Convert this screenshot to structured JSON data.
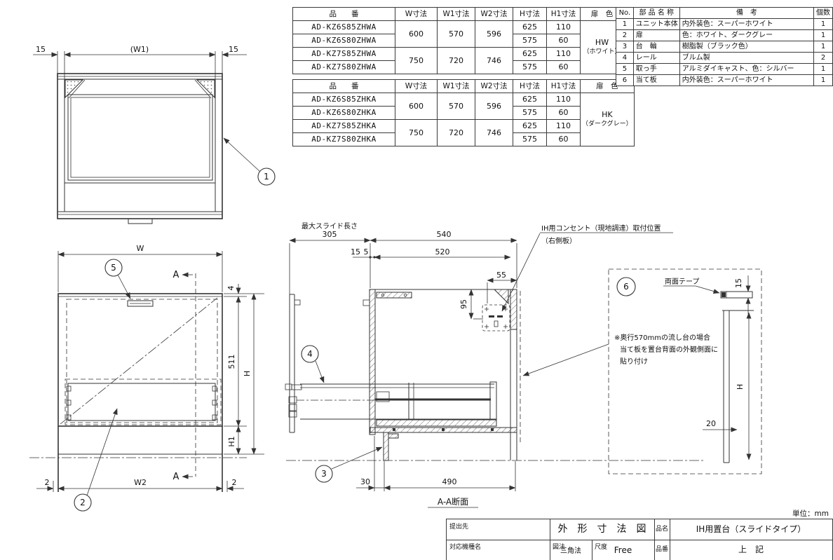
{
  "meta": {
    "unit_label": "単位：mm"
  },
  "spec_tables": [
    {
      "headers": {
        "part_no": "品　　番",
        "w": "W寸法",
        "w1": "W1寸法",
        "w2": "W2寸法",
        "h": "H寸法",
        "h1": "H1寸法",
        "door": "扉　色"
      },
      "rows": [
        {
          "model": "AD-KZ6S85ZHWA",
          "h": "625",
          "h1": "110"
        },
        {
          "model": "AD-KZ6S80ZHWA",
          "h": "575",
          "h1": "60"
        },
        {
          "model": "AD-KZ7S85ZHWA",
          "h": "625",
          "h1": "110"
        },
        {
          "model": "AD-KZ7S80ZHWA",
          "h": "575",
          "h1": "60"
        }
      ],
      "groups": [
        {
          "w": "600",
          "w1": "570",
          "w2": "596"
        },
        {
          "w": "750",
          "w1": "720",
          "w2": "746"
        }
      ],
      "door_color": "HW",
      "door_color_note": "（ホワイト）"
    },
    {
      "headers": {
        "part_no": "品　　番",
        "w": "W寸法",
        "w1": "W1寸法",
        "w2": "W2寸法",
        "h": "H寸法",
        "h1": "H1寸法",
        "door": "扉　色"
      },
      "rows": [
        {
          "model": "AD-KZ6S85ZHKA",
          "h": "625",
          "h1": "110"
        },
        {
          "model": "AD-KZ6S80ZHKA",
          "h": "575",
          "h1": "60"
        },
        {
          "model": "AD-KZ7S85ZHKA",
          "h": "625",
          "h1": "110"
        },
        {
          "model": "AD-KZ7S80ZHKA",
          "h": "575",
          "h1": "60"
        }
      ],
      "groups": [
        {
          "w": "600",
          "w1": "570",
          "w2": "596"
        },
        {
          "w": "750",
          "w1": "720",
          "w2": "746"
        }
      ],
      "door_color": "HK",
      "door_color_note": "（ダークグレー）"
    }
  ],
  "parts_table": {
    "headers": {
      "no": "No.",
      "name": "部 品 名 称",
      "remark": "備　考",
      "qty": "個数"
    },
    "rows": [
      {
        "no": "1",
        "name": "ユニット本体",
        "remark": "内外装色：スーパーホワイト",
        "qty": "1"
      },
      {
        "no": "2",
        "name": "扉",
        "remark": "色：ホワイト、ダークグレー",
        "qty": "1"
      },
      {
        "no": "3",
        "name": "台　輪",
        "remark": "樹脂製（ブラック色）",
        "qty": "1"
      },
      {
        "no": "4",
        "name": "レール",
        "remark": "ブルム製",
        "qty": "2"
      },
      {
        "no": "5",
        "name": "取っ手",
        "remark": "アルミダイキャスト、色：シルバー",
        "qty": "1"
      },
      {
        "no": "6",
        "name": "当て板",
        "remark": "内外装色：スーパーホワイト",
        "qty": "1"
      }
    ]
  },
  "title_block": {
    "submit_label": "提出先",
    "title": "外　形　寸　法　図",
    "name_label": "品名",
    "name_value": "IH用置台（スライドタイプ）",
    "model_label": "対応機種名",
    "projection_label": "図法",
    "projection_value": "三角法",
    "scale_label": "尺度",
    "scale_value": "Free",
    "partno_label": "品番",
    "partno_value": "上　記"
  },
  "balloons": {
    "b1": "1",
    "b2": "2",
    "b3": "3",
    "b4": "4",
    "b5": "5",
    "b6": "6"
  },
  "plan_view": {
    "dim_left": "15",
    "dim_w1": "(W1)",
    "dim_right": "15"
  },
  "front_view": {
    "dim_w": "W",
    "dim_top": "4",
    "dim_body": "511",
    "dim_h": "H",
    "dim_h1": "H1",
    "dim_edge_l": "2",
    "dim_w2": "W2",
    "dim_edge_r": "2",
    "section_a_top": "A",
    "section_a_bottom": "A"
  },
  "section_view": {
    "slide_label": "最大スライド長さ",
    "dim_slide": "305",
    "dim_540": "540",
    "dim_15": "15",
    "dim_5": "5",
    "dim_520": "520",
    "dim_55": "55",
    "dim_95": "95",
    "dim_30": "30",
    "dim_490": "490",
    "caption": "A-A断面",
    "outlet_line1": "IH用コンセント（現地調達）取付位置",
    "outlet_line2": "（右側板）"
  },
  "detail_view": {
    "tape_label": "両面テープ",
    "dim_15": "15",
    "dim_h": "H",
    "dim_20": "20",
    "note1": "※奥行570mmの流し台の場合",
    "note2": "当て板を置台背面の外観側面に",
    "note3": "貼り付け"
  }
}
